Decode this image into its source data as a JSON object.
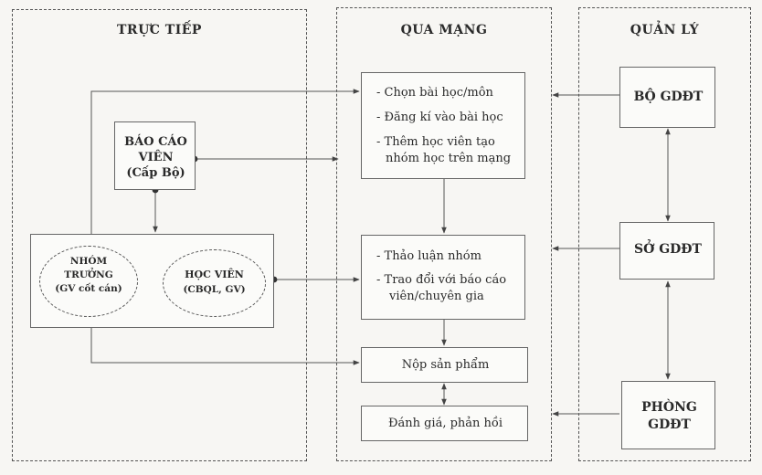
{
  "columns": {
    "direct": "TRỰC TIẾP",
    "online": "QUA MẠNG",
    "management": "QUẢN LÝ"
  },
  "direct": {
    "reporter": {
      "line1": "BÁO CÁO",
      "line2": "VIÊN",
      "line3": "(Cấp Bộ)"
    },
    "leader": {
      "line1": "NHÓM",
      "line2": "TRƯỞNG",
      "line3": "(GV cốt cán)"
    },
    "learner": {
      "line1": "HỌC VIÊN",
      "line2": "(CBQL, GV)"
    }
  },
  "online": {
    "box1": {
      "line1": "- Chọn bài học/môn",
      "line2": "- Đăng kí vào bài học",
      "line3": "- Thêm học viên tạo",
      "line4": "nhóm học trên mạng"
    },
    "box2": {
      "line1": "- Thảo luận nhóm",
      "line2": "- Trao đổi với báo cáo",
      "line3": "viên/chuyên gia"
    },
    "submit": "Nộp sản phẩm",
    "review": "Đánh giá, phản hồi"
  },
  "management": {
    "ministry": "BỘ GDĐT",
    "department": "SỞ GDĐT",
    "office_line1": "PHÒNG",
    "office_line2": "GDĐT"
  }
}
